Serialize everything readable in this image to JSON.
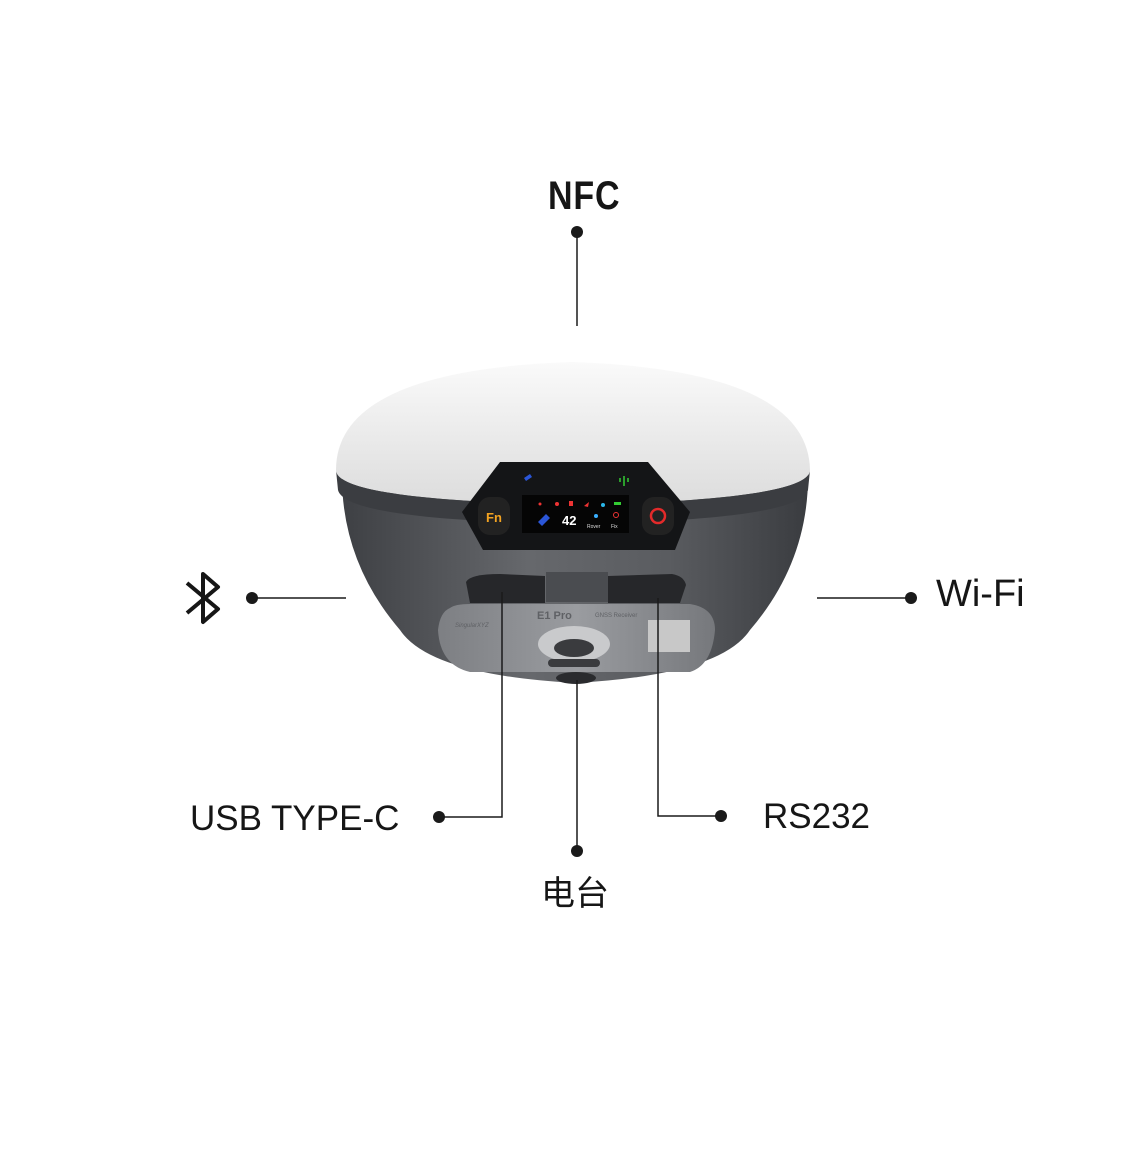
{
  "callouts": {
    "top": "NFC",
    "left_icon": "bluetooth-icon",
    "right": "Wi-Fi",
    "bottom_left": "USB TYPE-C",
    "bottom_center": "电台",
    "bottom_right": "RS232"
  },
  "device": {
    "fn_button": "Fn",
    "screen": {
      "satellites": "42",
      "mode": "Rover",
      "status": "Fix"
    },
    "model": "E1 Pro",
    "model_sub": "GNSS Receiver",
    "brand": "SingularXYZ"
  },
  "colors": {
    "body": "#55575b",
    "dome": "#f3f3f3",
    "line": "#1a1a1a"
  }
}
